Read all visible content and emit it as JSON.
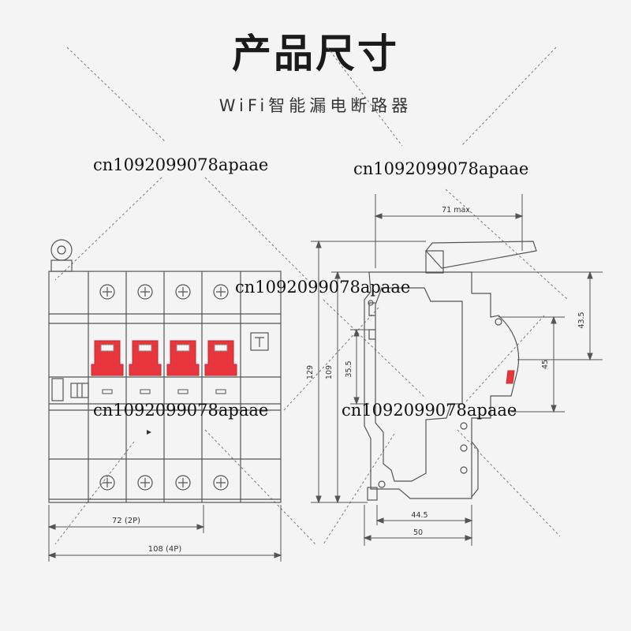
{
  "header": {
    "title": "产品尺寸",
    "subtitle": "WiFi智能漏电断路器"
  },
  "watermarks": [
    "cn1092099078apaae",
    "cn1092099078apaae",
    "cn1092099078apaae",
    "cn1092099078apaae",
    "cn1092099078apaae"
  ],
  "front_dims": {
    "width_2p": "72 (2P)",
    "width_4p": "108 (4P)"
  },
  "side_dims": {
    "max_depth": "71 max",
    "total_height": "129",
    "body_height": "109",
    "handle_offset": "35.5",
    "upper_height": "43.5",
    "front_height": "45",
    "bottom_depth": "44.5",
    "base_depth": "50"
  },
  "colors": {
    "line": "#555555",
    "handle": "#e8363c",
    "background": "#f4f4f4"
  }
}
